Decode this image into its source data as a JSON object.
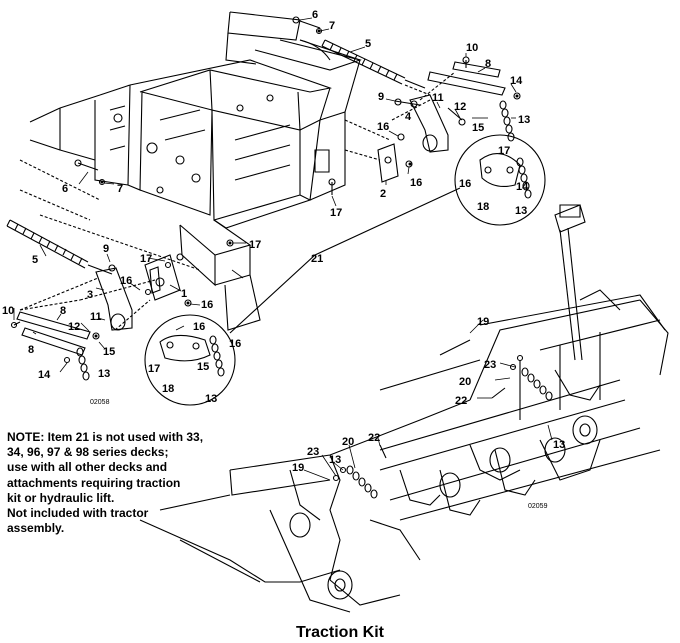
{
  "caption": "Traction Kit",
  "note_lines": [
    "NOTE:  Item 21 is not used with 33,",
    "34, 96, 97 & 98 series decks;",
    "use with all other decks and",
    "attachments requiring traction",
    "kit or hydraulic lift.",
    "Not included with tractor",
    "assembly."
  ],
  "figure_refs": {
    "left": "02058",
    "right": "02059"
  },
  "callouts": {
    "upper_left": [
      "6",
      "7",
      "5",
      "10",
      "8",
      "9",
      "14",
      "11",
      "12",
      "4",
      "13",
      "16",
      "15",
      "17",
      "16",
      "2",
      "16",
      "18",
      "14",
      "13",
      "6",
      "7",
      "17",
      "17",
      "21"
    ],
    "lower_left": [
      "5",
      "9",
      "17",
      "3",
      "16",
      "1",
      "16",
      "10",
      "8",
      "11",
      "16",
      "8",
      "12",
      "15",
      "14",
      "17",
      "15",
      "13",
      "18",
      "13"
    ],
    "right": [
      "19",
      "23",
      "20",
      "22",
      "13",
      "22",
      "20",
      "23",
      "13",
      "19"
    ]
  }
}
